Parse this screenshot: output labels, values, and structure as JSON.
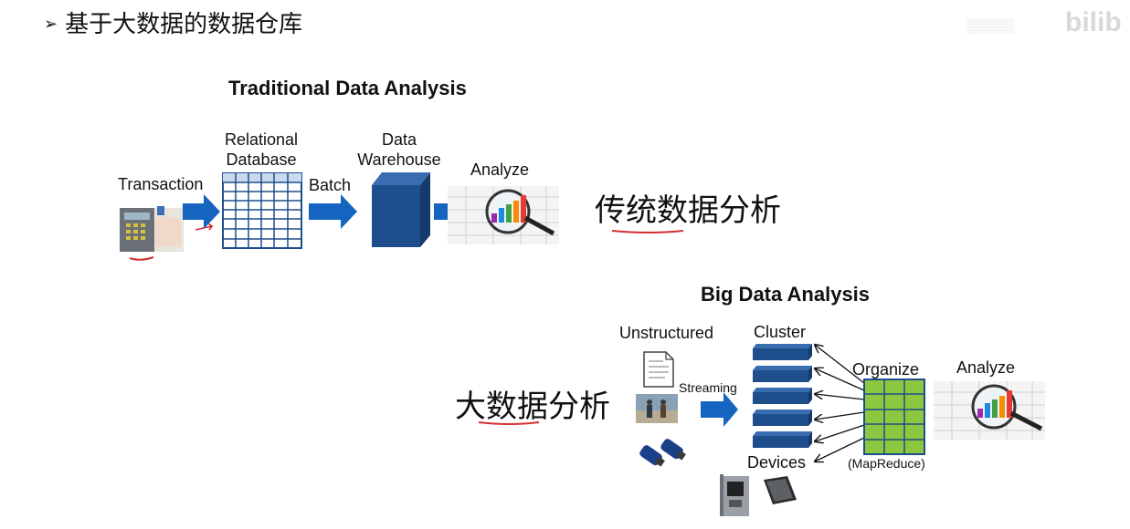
{
  "slide": {
    "heading": "基于大数据的数据仓库",
    "watermark": "bilib"
  },
  "traditional": {
    "title": "Traditional Data Analysis",
    "transaction": "Transaction",
    "relational_line1": "Relational",
    "relational_line2": "Database",
    "batch": "Batch",
    "warehouse_line1": "Data",
    "warehouse_line2": "Warehouse",
    "analyze": "Analyze",
    "cn_label": "传统数据分析"
  },
  "bigdata": {
    "title": "Big Data Analysis",
    "unstructured": "Unstructured",
    "streaming": "Streaming",
    "cluster": "Cluster",
    "organize": "Organize",
    "analyze": "Analyze",
    "devices": "Devices",
    "mapreduce": "(MapReduce)",
    "cn_label": "大数据分析"
  },
  "colors": {
    "arrow_blue": "#1565c0",
    "db_blue": "#1f4e8c",
    "grid_green": "#8dc63f",
    "annotation_red": "#d32f2f"
  }
}
